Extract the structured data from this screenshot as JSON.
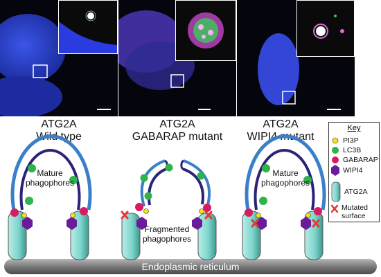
{
  "panels": [
    {
      "title": "ATG2A",
      "subtitle": "Wild type"
    },
    {
      "title": "ATG2A",
      "subtitle": "GABARAP mutant"
    },
    {
      "title": "ATG2A",
      "subtitle": "WIPI4 mutant"
    }
  ],
  "diagram": {
    "mature_label_wt": "Mature\nphagophores",
    "fragmented_label": "Fragmented\nphagophores",
    "mature_label_wipi4": "Mature\nphagophores",
    "er_label": "Endoplasmic reticulum"
  },
  "key": {
    "title": "Key",
    "items": [
      {
        "label": "PI3P",
        "icon": "yellow-circle",
        "color": "#f5e11c"
      },
      {
        "label": "LC3B",
        "icon": "green-circle",
        "color": "#2fb34a"
      },
      {
        "label": "GABARAP",
        "icon": "magenta-circle",
        "color": "#d81b60"
      },
      {
        "label": "WIPI4",
        "icon": "purple-hexagon",
        "color": "#6a1b9a"
      },
      {
        "label": "ATG2A",
        "icon": "teal-tube",
        "color": "#7fd6cc"
      },
      {
        "label": "Mutated surface",
        "icon": "red-x",
        "color": "#e53935"
      }
    ]
  },
  "colors": {
    "membrane_outer": "#3a7fc8",
    "membrane_inner": "#2a2378",
    "atg2a": "#7fd6cc",
    "er": "#8a8a8a",
    "nucleus": "#2b3fd0"
  }
}
